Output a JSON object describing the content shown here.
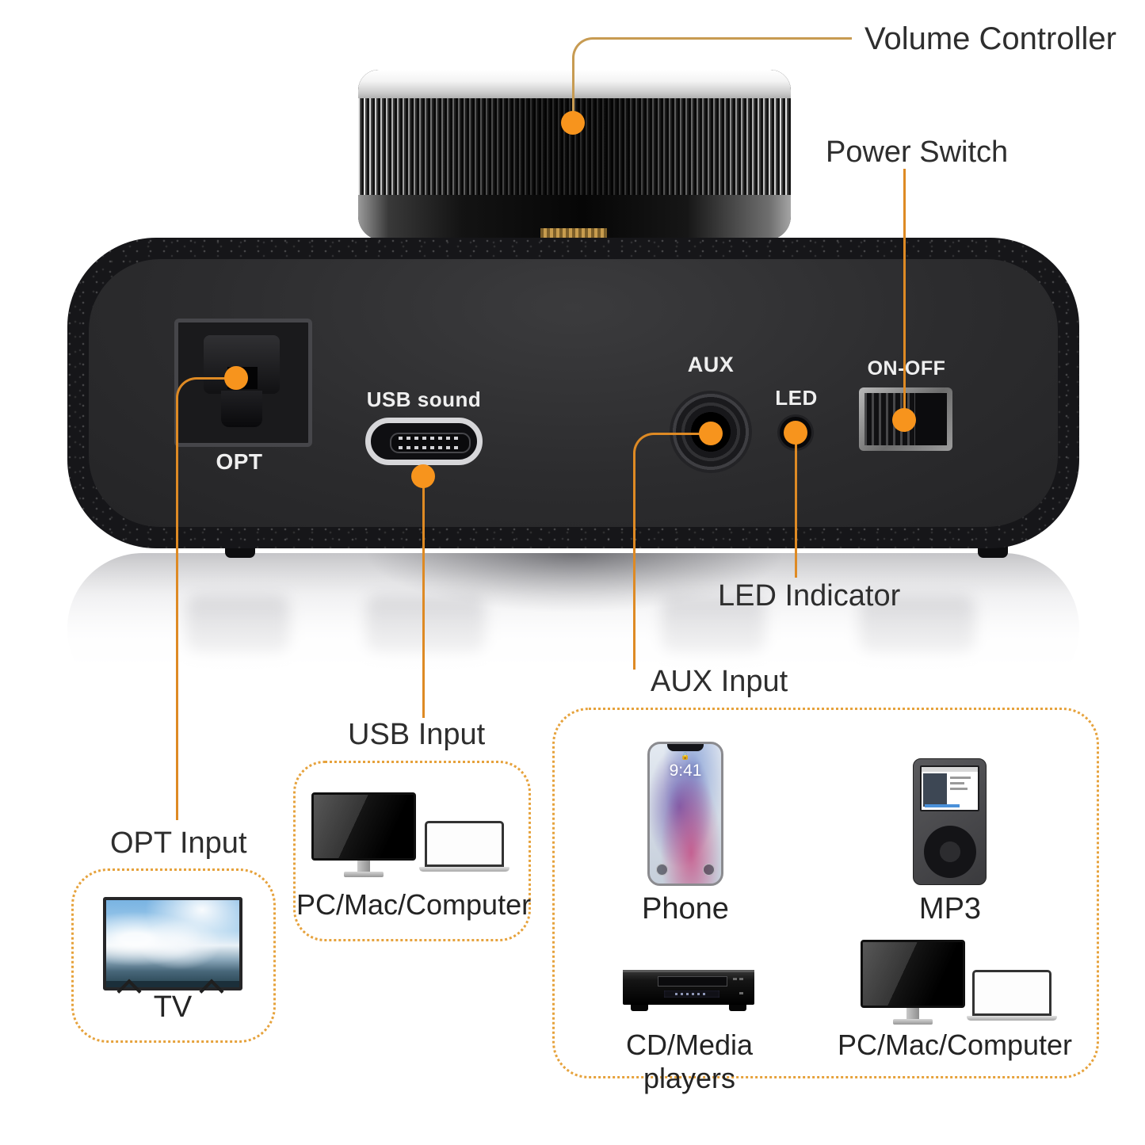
{
  "colors": {
    "accent_dot": "#F7941D",
    "leader_line": "#DE8A24",
    "leader_line_gold": "#C79B52",
    "dotted_box_border": "#E6A23C",
    "device_panel": "#2C2C2E",
    "label_text": "#2E2E2E"
  },
  "callouts": {
    "volume": "Volume Controller",
    "power": "Power Switch",
    "led": "LED Indicator"
  },
  "panel": {
    "opt": "OPT",
    "usb": "USB sound",
    "aux": "AUX",
    "led": "LED",
    "power": "ON-OFF"
  },
  "sections": {
    "opt": {
      "title": "OPT Input",
      "items": [
        {
          "label": "TV"
        }
      ]
    },
    "usb": {
      "title": "USB Input",
      "items": [
        {
          "label": "PC/Mac/Computer"
        }
      ]
    },
    "aux": {
      "title": "AUX Input",
      "items": [
        {
          "label": "Phone"
        },
        {
          "label": "MP3"
        },
        {
          "label": "CD/Media players"
        },
        {
          "label": "PC/Mac/Computer"
        }
      ]
    }
  },
  "phone": {
    "time": "9:41"
  }
}
